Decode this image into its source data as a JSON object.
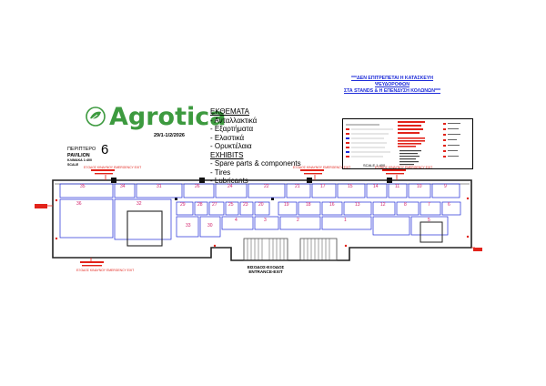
{
  "brand": {
    "name": "Agrotica",
    "dates": "29/1-1/2/2026",
    "color": "#3d9a3f"
  },
  "pavilion": {
    "label_gr": "ΠΕΡΙΠΤΕΡΟ",
    "label_en": "PAVILION",
    "number": "6",
    "scale_gr": "ΚΛΙΜΑΚΑ 1:400",
    "scale_en": "SCALE"
  },
  "exhibits": {
    "heading_gr": "ΕΚΘΕΜΑΤΑ",
    "items_gr": [
      "- Ανταλλακτικά",
      "- Εξαρτήματα",
      "- Ελαστικά",
      "- Ορυκτέλαια"
    ],
    "heading_en": "EXHIBITS",
    "items_en": [
      "- Spare parts & components",
      "- Tires",
      "- Lubricants"
    ]
  },
  "notice": {
    "line1": "***ΔΕΝ ΕΠΙΤΡΕΠΕΤΑΙ Η ΚΑΤΑΣΚΕΥΗ",
    "line2": "ΨΕΥΔΟΡΟΦΩΝ",
    "line3": "ΣΤΑ STANDS & Η ΕΠΕΝΔΥΣΗ ΚΟΛΩΝΩΝ***",
    "color": "#1d2bd8"
  },
  "legend": {
    "scale_label": "SCALE 1:400"
  },
  "entrance": {
    "gr": "ΕΙΣΟΔΟΣ-ΕΞΟΔΟΣ",
    "en": "ENTRANCE-EXIT"
  },
  "emergency_exit": "ΕΞΟΔΟΣ ΚΙΝΔΥΝΟΥ EMERGENCY EXIT",
  "colors": {
    "wall": "#222222",
    "stand_line": "#1d2bd8",
    "number": "#d21f6a",
    "exit": "#e2231a"
  },
  "stands_top": [
    "35",
    "34",
    "31",
    "26",
    "24",
    "22",
    "21",
    "17",
    "15",
    "14",
    "11",
    "10",
    "9"
  ],
  "stands_middle": [
    "29",
    "28",
    "27",
    "25",
    "23",
    "20",
    "19",
    "18",
    "16",
    "13",
    "12",
    "8",
    "7",
    "6"
  ],
  "stands_bottom": [
    "33",
    "30",
    "4",
    "3",
    "2",
    "1",
    "5"
  ],
  "stands_left": [
    "36",
    "32"
  ]
}
